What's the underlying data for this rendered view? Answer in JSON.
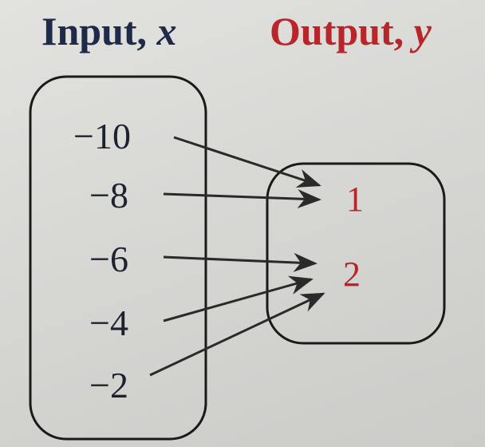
{
  "input_title": {
    "label": "Input, ",
    "var": "x"
  },
  "output_title": {
    "label": "Output, ",
    "var": "y"
  },
  "inputs": [
    "−10",
    "−8",
    "−6",
    "−4",
    "−2"
  ],
  "outputs": [
    "1",
    "2"
  ],
  "mappings": [
    {
      "from": "−10",
      "to": "1"
    },
    {
      "from": "−8",
      "to": "1"
    },
    {
      "from": "−6",
      "to": "2"
    },
    {
      "from": "−4",
      "to": "2"
    },
    {
      "from": "−2",
      "to": "2"
    }
  ],
  "colors": {
    "input": "#1e2a48",
    "output": "#b8262c",
    "arrow": "#2a2a2a"
  }
}
